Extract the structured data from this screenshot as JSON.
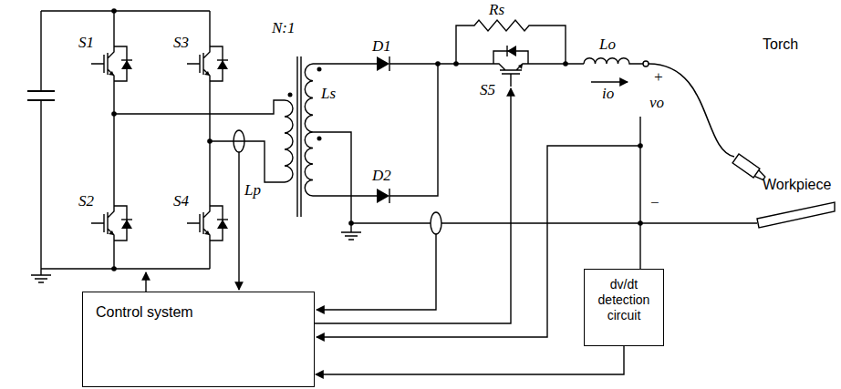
{
  "diagram": {
    "nodes": [
      {
        "text": [
          "Control system"
        ]
      },
      {
        "text": [
          "dv/dt detection circuit"
        ]
      }
    ],
    "edges": [
      {
        "from": 1,
        "to": 0,
        "arrow": "to"
      }
    ],
    "labels": [
      "S1",
      "S3",
      "S2",
      "S4",
      "N:1",
      "Lp",
      "Ls",
      "D1",
      "D2",
      "Rs",
      "S5",
      "Lo",
      "io",
      "+",
      "−",
      "vo",
      "Torch",
      "Workpiece"
    ]
  }
}
